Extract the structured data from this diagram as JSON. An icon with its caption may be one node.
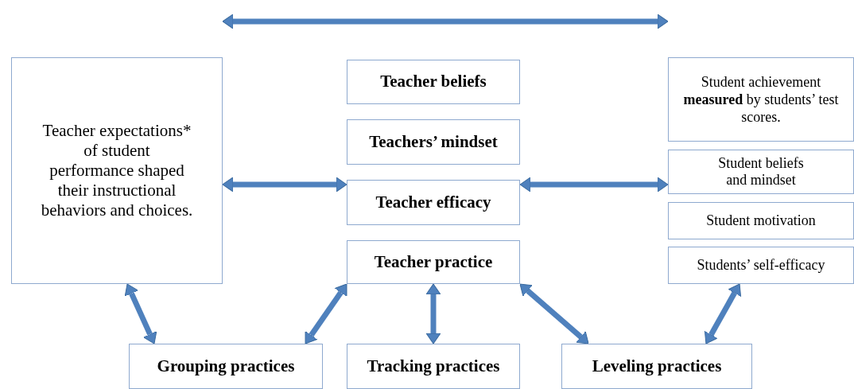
{
  "diagram": {
    "nodes": [
      {
        "text": [
          "Teacher expectations* of student performance shaped their instructional behaviors and choices."
        ]
      },
      {
        "text": [
          "Teacher beliefs"
        ]
      },
      {
        "text": [
          "Teachers’ mindset"
        ]
      },
      {
        "text": [
          "Teacher efficacy"
        ]
      },
      {
        "text": [
          "Teacher practice"
        ]
      },
      {
        "text": [
          "Student achievement **measured** by students’ test scores."
        ]
      },
      {
        "text": [
          "Student beliefs and mindset"
        ]
      },
      {
        "text": [
          "Student motivation"
        ]
      },
      {
        "text": [
          "Students’ self-efficacy"
        ]
      },
      {
        "text": [
          "Grouping practices"
        ]
      },
      {
        "text": [
          "Tracking practices"
        ]
      },
      {
        "text": [
          "Leveling practices"
        ]
      }
    ],
    "edges": [
      {
        "from": 0,
        "to": 5,
        "arrow": "both"
      },
      {
        "from": 0,
        "to": 3,
        "arrow": "both"
      },
      {
        "from": 3,
        "to": 6,
        "arrow": "both"
      },
      {
        "from": 0,
        "to": 9,
        "arrow": "both"
      },
      {
        "from": 4,
        "to": 9,
        "arrow": "both"
      },
      {
        "from": 4,
        "to": 10,
        "arrow": "both"
      },
      {
        "from": 4,
        "to": 11,
        "arrow": "both"
      },
      {
        "from": 8,
        "to": 11,
        "arrow": "both"
      }
    ]
  }
}
